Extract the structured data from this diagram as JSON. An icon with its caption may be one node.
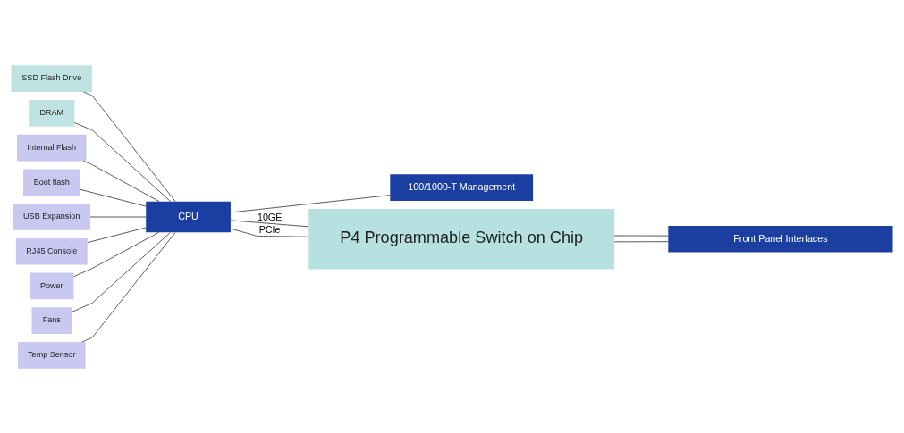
{
  "diagram": {
    "nodes": [
      {
        "text": [
          "SSD Flash Drive"
        ]
      },
      {
        "text": [
          "DRAM"
        ]
      },
      {
        "text": [
          "CPU"
        ]
      },
      {
        "text": [
          "100/1000-T Management"
        ]
      },
      {
        "text": [
          "Internal Flash"
        ]
      },
      {
        "text": [
          "Boot flash"
        ]
      },
      {
        "text": [
          "USB Expansion"
        ]
      },
      {
        "text": [
          "RJ45 Console"
        ]
      },
      {
        "text": [
          "Power"
        ]
      },
      {
        "text": [
          "Fans"
        ]
      },
      {
        "text": [
          "Temp Sensor"
        ]
      },
      {
        "text": [
          "P4 Programmable Switch on Chip"
        ]
      },
      {
        "text": [
          "Front Panel Interfaces"
        ]
      }
    ],
    "edges": [
      {
        "from": 0,
        "to": 2,
        "arrow": "none"
      },
      {
        "from": 1,
        "to": 2,
        "arrow": "none"
      },
      {
        "from": 2,
        "to": 3,
        "arrow": "none"
      },
      {
        "from": 4,
        "to": 2,
        "arrow": "none"
      },
      {
        "from": 5,
        "to": 2,
        "arrow": "none"
      },
      {
        "from": 6,
        "to": 2,
        "arrow": "none"
      },
      {
        "from": 7,
        "to": 2,
        "arrow": "none"
      },
      {
        "from": 8,
        "to": 2,
        "arrow": "none"
      },
      {
        "from": 9,
        "to": 2,
        "arrow": "none"
      },
      {
        "from": 10,
        "to": 2,
        "arrow": "none"
      },
      {
        "from": 2,
        "to": 11,
        "label": "10GE",
        "arrow": "none"
      },
      {
        "from": 2,
        "to": 11,
        "label": "PCIe",
        "arrow": "none"
      },
      {
        "from": 11,
        "to": 12,
        "arrow": "none"
      },
      {
        "from": 11,
        "to": 12,
        "arrow": "none"
      }
    ]
  }
}
